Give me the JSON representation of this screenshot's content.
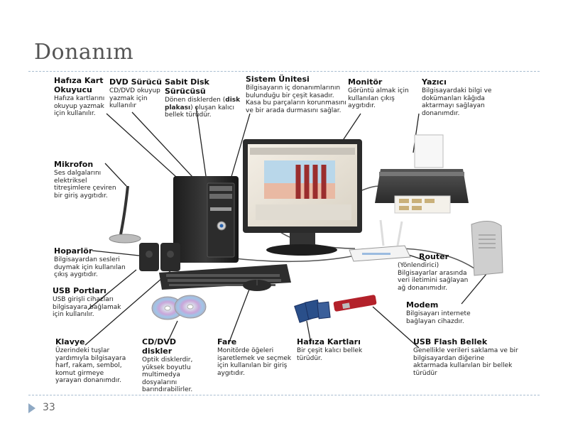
{
  "slide": {
    "title": "Donanım",
    "page_number": "33"
  },
  "labels": {
    "hafiza_kart_okuyucu": {
      "title": "Hafıza Kart Okuyucu",
      "desc": "Hafıza kartlarını okuyup yazmak için kullanılır."
    },
    "dvd_surucu": {
      "title": "DVD Sürücü",
      "desc": "CD/DVD okuyup yazmak için kullanılır"
    },
    "sabit_disk": {
      "title": "Sabit Disk Sürücüsü",
      "desc_pre": "Dönen disklerden (",
      "desc_bold": "disk plakası",
      "desc_post": ") oluşan kalıcı bellek türüdür."
    },
    "sistem_unitesi": {
      "title": "Sistem Ünitesi",
      "desc": "Bilgisayarın iç donanımlarının bulunduğu bir çeşit kasadır. Kasa bu parçaların korunmasını ve bir arada durmasını sağlar."
    },
    "monitor": {
      "title": "Monitör",
      "desc": "Görüntü almak için kullanılan çıkış aygıtıdır."
    },
    "yazici": {
      "title": "Yazıcı",
      "desc": "Bilgisayardaki bilgi ve dokümanları kâğıda aktarmayı sağlayan donanımdır."
    },
    "mikrofon": {
      "title": "Mikrofon",
      "desc": "Ses dalgalarını elektriksel titreşimlere çeviren bir giriş aygıtıdır."
    },
    "hoparlor": {
      "title": "Hoparlör",
      "desc": "Bilgisayardan sesleri duymak için kullanılan çıkış aygıtıdır."
    },
    "usb_portlari": {
      "title": "USB Portları",
      "desc": "USB girişli cihazları bilgisayara bağlamak için kullanılır."
    },
    "router": {
      "title": "Router",
      "desc": "(Yönlendirici) Bilgisayarlar arasında veri iletimini sağlayan ağ donanımıdır."
    },
    "modem": {
      "title": "Modem",
      "desc": "Bilgisayarı internete bağlayan cihazdır."
    },
    "klavye": {
      "title": "Klavye",
      "desc": "Üzerindeki tuşlar yardımıyla bilgisayara harf, rakam, sembol, komut girmeye yarayan donanımdır."
    },
    "cd_dvd_diskler": {
      "title": "CD/DVD diskler",
      "desc": "Optik disklerdir, yüksek boyutlu multimedya dosyalarını barındırabilirler."
    },
    "fare": {
      "title": "Fare",
      "desc": "Monitörde öğeleri işaretlemek ve seçmek için kullanılan bir giriş aygıtıdır."
    },
    "hafiza_kartlari": {
      "title": "Hafıza Kartları",
      "desc": "Bir çeşit kalıcı bellek türüdür."
    },
    "usb_flash": {
      "title": "USB Flash Bellek",
      "desc": "Genellikle verileri saklama ve bir bilgisayardan diğerine aktarmada kullanılan bir bellek türüdür"
    }
  },
  "colors": {
    "title": "#555555",
    "rule": "#a8bdd0",
    "pager_arrow": "#8fa9c4",
    "pc_body": "#2b2b2b",
    "leader_line": "#222222",
    "flash_red": "#b3212a"
  },
  "icons": [
    "system-unit-icon",
    "monitor-icon",
    "printer-icon",
    "microphone-icon",
    "speaker-icon",
    "keyboard-icon",
    "mouse-icon",
    "cd-dvd-icon",
    "memory-card-icon",
    "usb-flash-icon",
    "router-icon",
    "modem-icon",
    "pager-arrow-icon"
  ]
}
